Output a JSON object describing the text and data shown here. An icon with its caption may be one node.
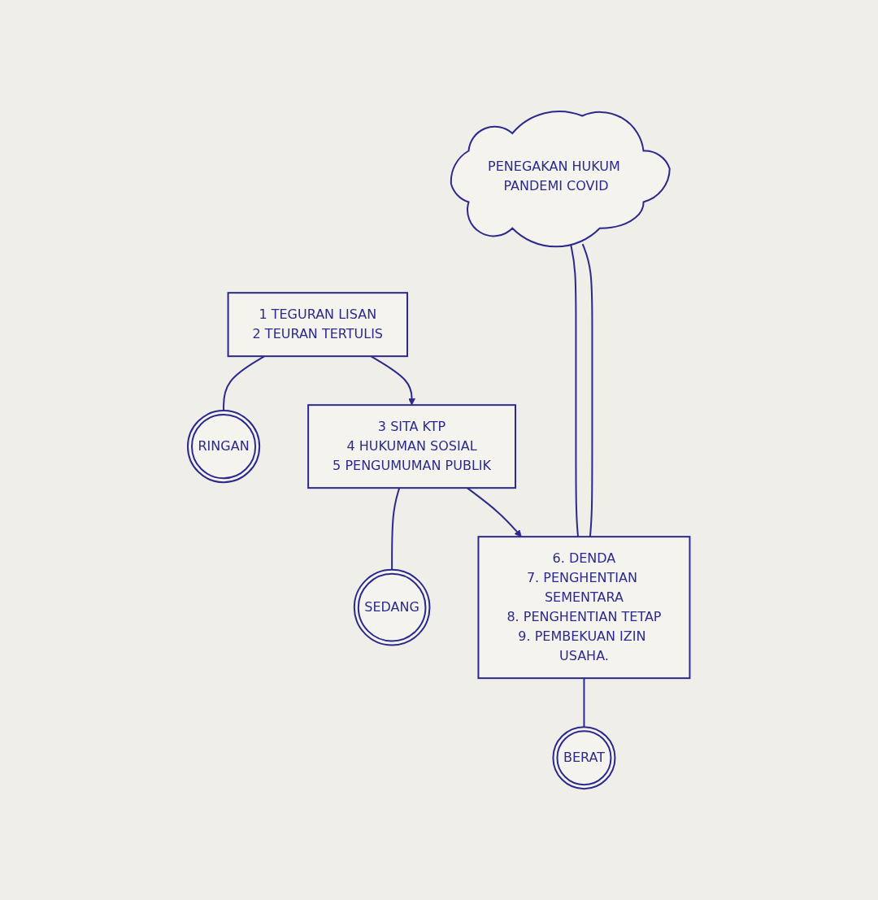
{
  "diagram": {
    "nodes": [
      {
        "text": [
          "PENEGAKAN HUKUM PANDEMI COVID"
        ]
      },
      {
        "text": [
          "1 TEGURAN LISAN",
          "2 TEURAN TERTULIS"
        ]
      },
      {
        "text": [
          "RINGAN"
        ]
      },
      {
        "text": [
          "3 SITA KTP",
          "4 HUKUMAN SOSIAL",
          "5 PENGUMUMAN PUBLIK"
        ]
      },
      {
        "text": [
          "SEDANG"
        ]
      },
      {
        "text": [
          "6. DENDA",
          "7. PENGHENTIAN SEMENTARA",
          "8. PENGHENTIAN TETAP",
          "9. PEMBEKUAN IZIN USAHA."
        ]
      },
      {
        "text": [
          "BERAT"
        ]
      }
    ],
    "edges": [
      {
        "from": 0,
        "to": 5,
        "arrow": "none"
      },
      {
        "from": 0,
        "to": 5,
        "arrow": "none"
      },
      {
        "from": 1,
        "to": 2,
        "arrow": "none"
      },
      {
        "from": 1,
        "to": 3,
        "arrow": "to"
      },
      {
        "from": 3,
        "to": 4,
        "arrow": "none"
      },
      {
        "from": 3,
        "to": 5,
        "arrow": "to"
      },
      {
        "from": 5,
        "to": 6,
        "arrow": "none"
      }
    ]
  }
}
